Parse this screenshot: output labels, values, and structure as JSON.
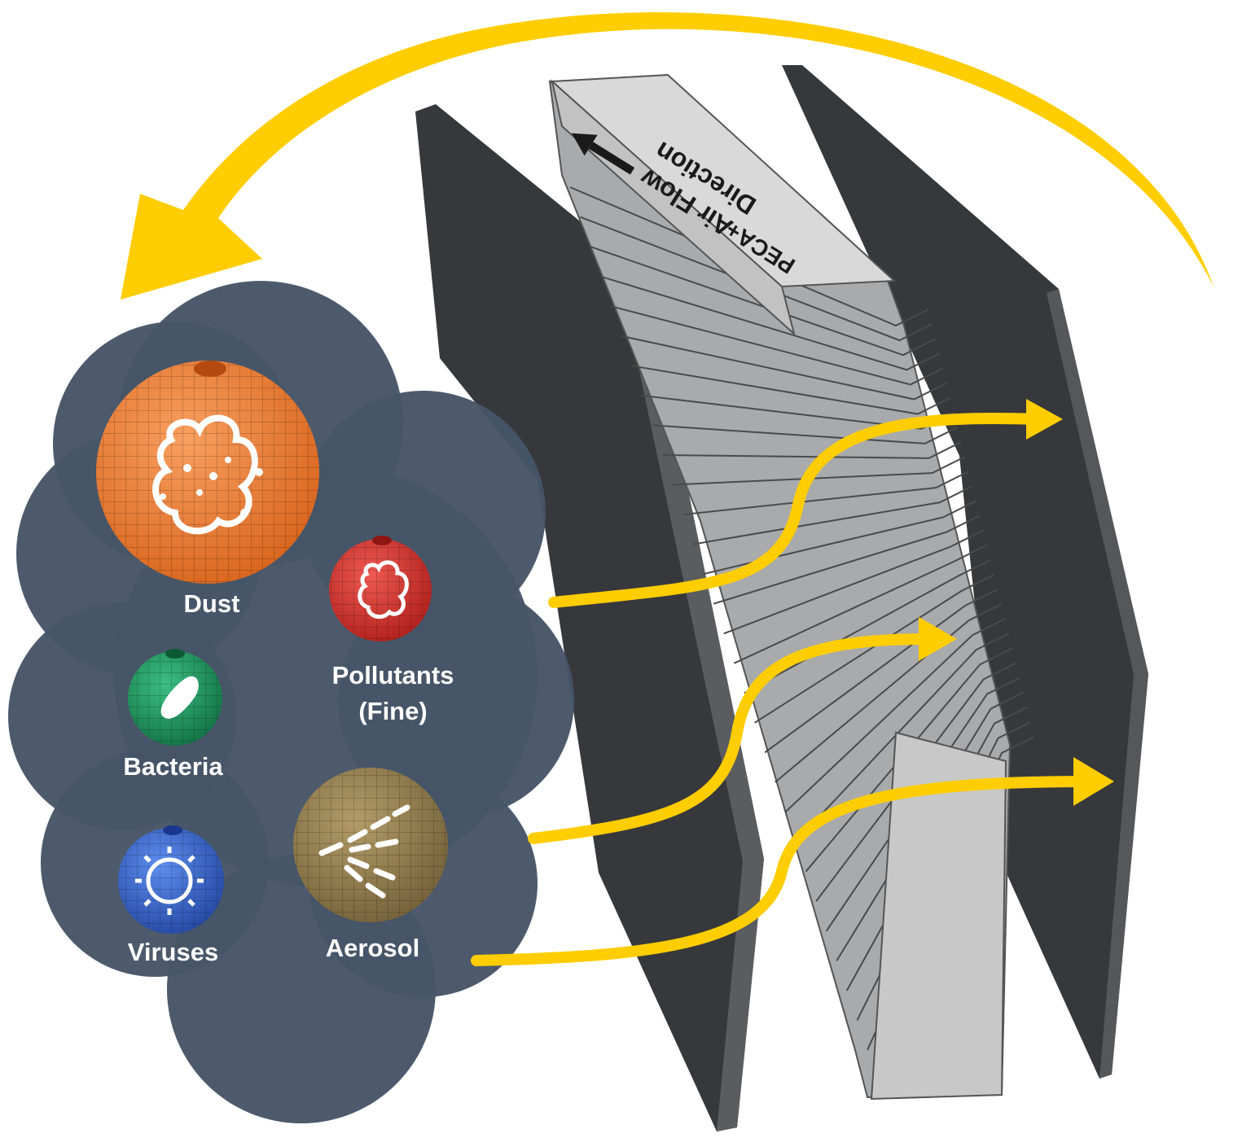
{
  "colors": {
    "arrow": "#ffcd00",
    "cloud": "#465567",
    "panel": "#37383c",
    "frame": "#b8b9bb"
  },
  "filter": {
    "brand_label": "PECA+",
    "direction_label_line1": "Air Flow",
    "direction_label_line2": "Direction"
  },
  "particles": [
    {
      "id": "dust",
      "label": "Dust",
      "color": "#f07f2a",
      "icon": "dust-cloud-icon"
    },
    {
      "id": "pollutants",
      "label": "Pollutants\n(Fine)",
      "color": "#d8322c",
      "icon": "dust-cloud-icon"
    },
    {
      "id": "bacteria",
      "label": "Bacteria",
      "color": "#1e9a62",
      "icon": "bacterium-icon"
    },
    {
      "id": "viruses",
      "label": "Viruses",
      "color": "#3566c8",
      "icon": "virus-icon"
    },
    {
      "id": "aerosol",
      "label": "Aerosol",
      "color": "#95804f",
      "icon": "spray-icon"
    }
  ]
}
